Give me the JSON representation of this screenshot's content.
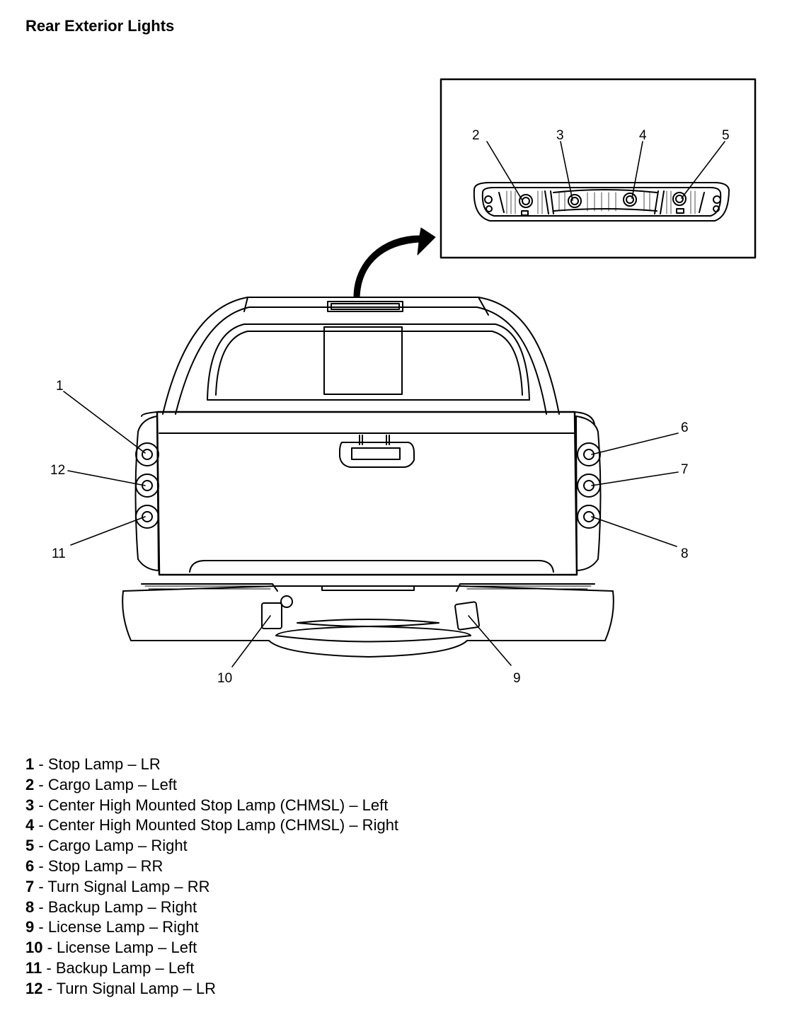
{
  "title": "Rear Exterior Lights",
  "callouts": [
    "1",
    "2",
    "3",
    "4",
    "5",
    "6",
    "7",
    "8",
    "9",
    "10",
    "11",
    "12"
  ],
  "legend": [
    {
      "num": "1",
      "text": "Stop Lamp – LR"
    },
    {
      "num": "2",
      "text": "Cargo Lamp – Left"
    },
    {
      "num": "3",
      "text": "Center High Mounted Stop Lamp (CHMSL) – Left"
    },
    {
      "num": "4",
      "text": "Center High Mounted Stop Lamp (CHMSL) – Right"
    },
    {
      "num": "5",
      "text": "Cargo Lamp – Right"
    },
    {
      "num": "6",
      "text": "Stop Lamp – RR"
    },
    {
      "num": "7",
      "text": "Turn Signal Lamp – RR"
    },
    {
      "num": "8",
      "text": "Backup Lamp – Right"
    },
    {
      "num": "9",
      "text": "License Lamp – Right"
    },
    {
      "num": "10",
      "text": "License Lamp – Left"
    },
    {
      "num": "11",
      "text": "Backup Lamp – Left"
    },
    {
      "num": "12",
      "text": "Turn Signal Lamp – LR"
    }
  ]
}
